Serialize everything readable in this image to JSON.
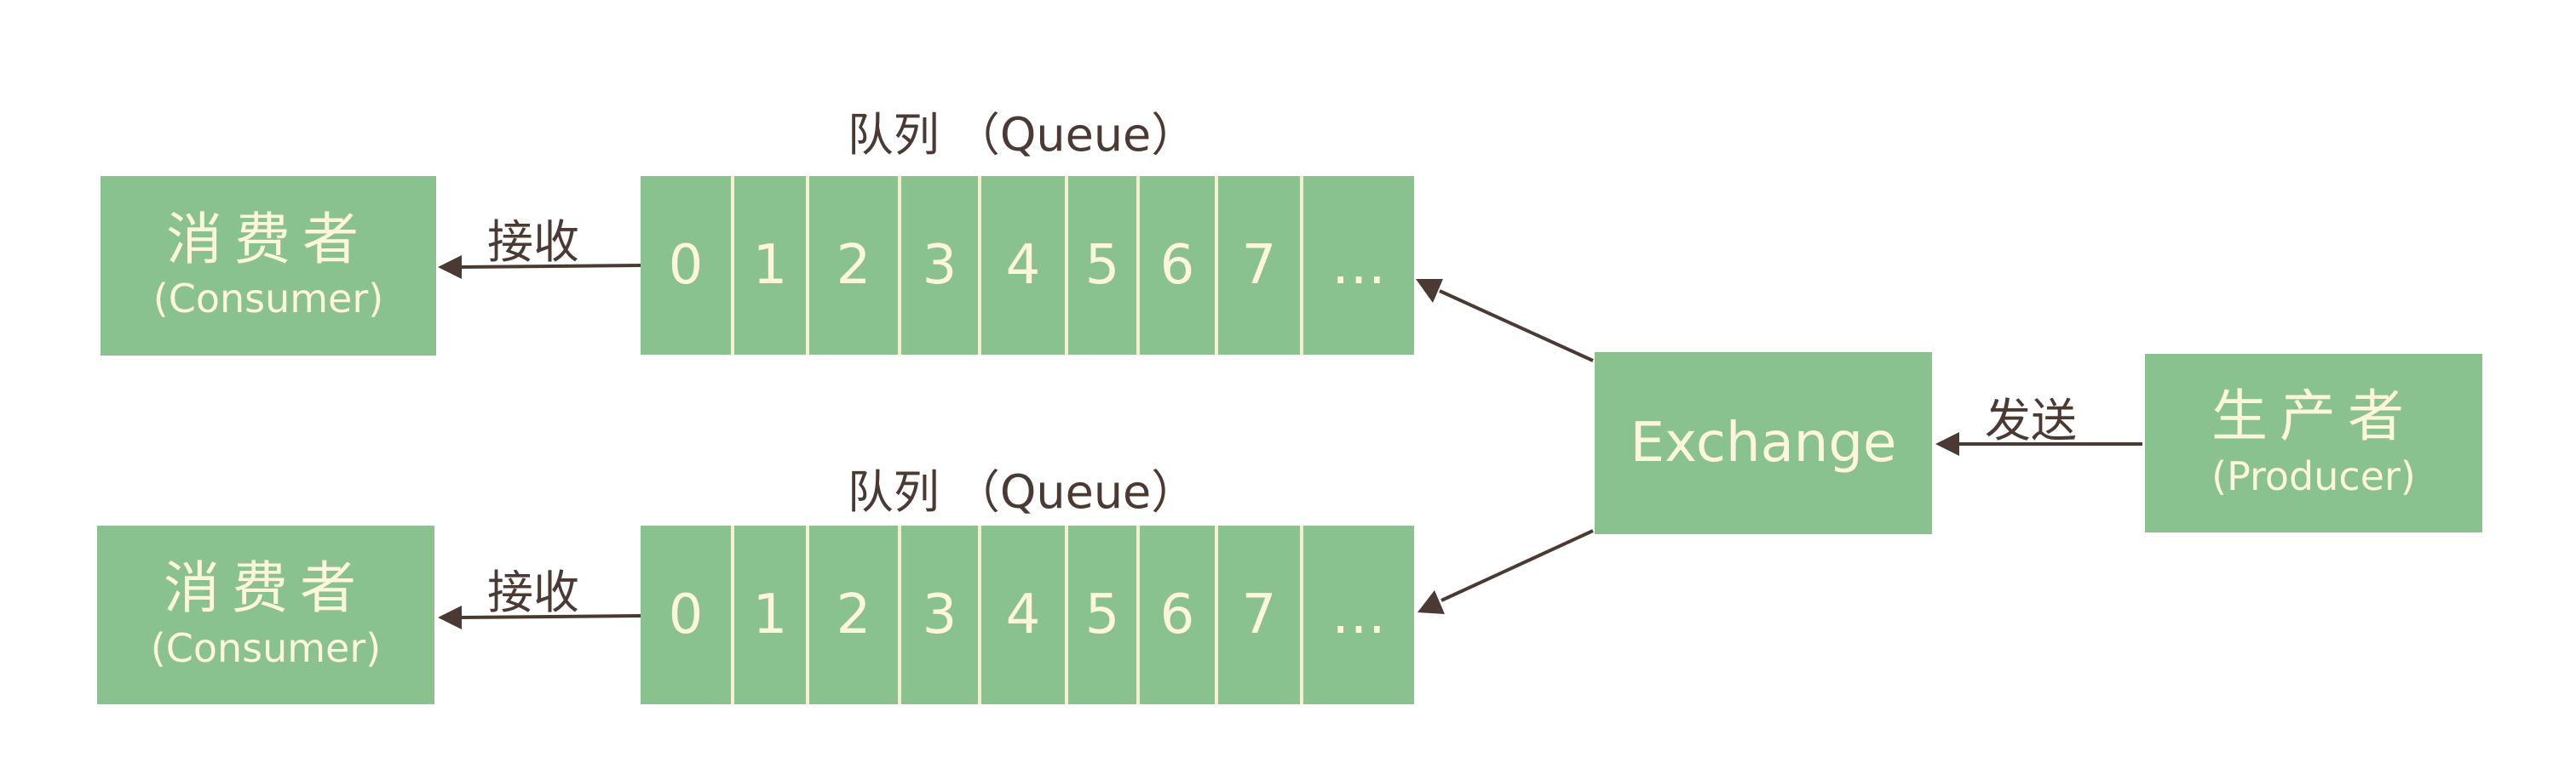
{
  "queue_title": "队列 （Queue）",
  "queue_cells": [
    "0",
    "1",
    "2",
    "3",
    "4",
    "5",
    "6",
    "7",
    "…"
  ],
  "consumer": {
    "name": "消费者",
    "sub": "(Consumer)"
  },
  "receive_label": "接收",
  "exchange": {
    "name": "Exchange"
  },
  "send_label": "发送",
  "producer": {
    "name": "生产者",
    "sub": "(Producer)"
  },
  "colors": {
    "box_fill": "#89c28f",
    "box_text": "#fdf6dc",
    "divider": "#f5efd0",
    "ink": "#4a3a33"
  }
}
